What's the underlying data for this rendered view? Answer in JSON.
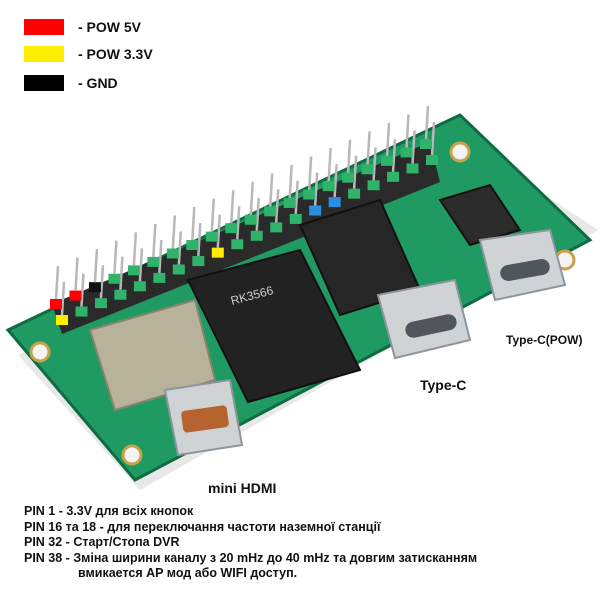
{
  "legend": [
    {
      "label": "- POW 5V",
      "color": "#ff0000"
    },
    {
      "label": "- POW 3.3V",
      "color": "#ffee00"
    },
    {
      "label": "- GND",
      "color": "#000000"
    }
  ],
  "callouts": {
    "type_c_pow": "Type-C(POW)",
    "type_c": "Type-C",
    "mini_hdmi": "mini HDMI"
  },
  "chip_labels": {
    "soc": "RK3566"
  },
  "notes": [
    "PIN 1 - 3.3V для всіх кнопок",
    "PIN 16 та 18 - для переключання частоти наземної станції",
    "PIN 32 - Старт/Стопа DVR",
    "PIN 38 - Зміна ширини каналу з 20 mHz до 40 mHz та довгим затисканням",
    "вмикается  AP мод або WIFI доступ."
  ],
  "colors": {
    "board": "#1f9a63",
    "board_edge": "#0f6b42",
    "pin_green": "#2fb36a",
    "pin_blue": "#2a8fe0",
    "pin_yellow": "#ffee00",
    "pin_red": "#ff0000"
  }
}
